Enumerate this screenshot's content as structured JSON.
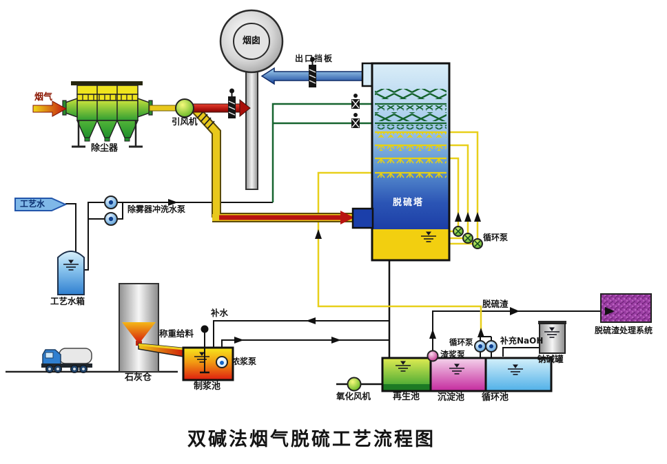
{
  "title": "双碱法烟气脱硫工艺流程图",
  "labels": {
    "flue_gas": "烟气",
    "dust_collector": "除尘器",
    "id_fan": "引风机",
    "chimney": "烟囱",
    "outlet_damper": "出口挡板",
    "desulfurization_tower": "脱硫塔",
    "circulation_pump_tower": "循环泵",
    "process_water": "工艺水",
    "demister_flush_pump": "除雾器冲洗水泵",
    "process_water_tank": "工艺水箱",
    "lime_silo": "石灰仓",
    "weighing_feeder": "称重给料",
    "makeup_water": "补水",
    "slurry_tank": "制浆池",
    "thick_slurry_pump": "浓浆泵",
    "oxidation_fan": "氧化风机",
    "regeneration_tank": "再生池",
    "sedimentation_tank": "沉淀池",
    "circulation_tank": "循环池",
    "slag_slurry_pump": "渣浆泵",
    "circulation_pump_tank": "循环泵",
    "naoh_supplement": "补充NaOH",
    "sodium_alkali_tank": "钠碱罐",
    "desulfurization_slag": "脱硫渣",
    "slag_treatment_system": "脱硫渣处理系统"
  },
  "colors": {
    "flue_gas_red": "#b01410",
    "pipe_yellow": "#e8cf1a",
    "line_green": "#15632e",
    "tower_blue_top": "#d9edf8",
    "tower_blue_bottom": "#1c3ea6",
    "sump_yellow": "#f2cf10",
    "regen_green": "#2f9e2f",
    "sediment_magenta": "#c42a9e",
    "circulation_blue": "#55b2ea",
    "slurry_red": "#dd1d10",
    "slag_system_purple": "#9a3da2",
    "duct_blue": "#16449c"
  }
}
